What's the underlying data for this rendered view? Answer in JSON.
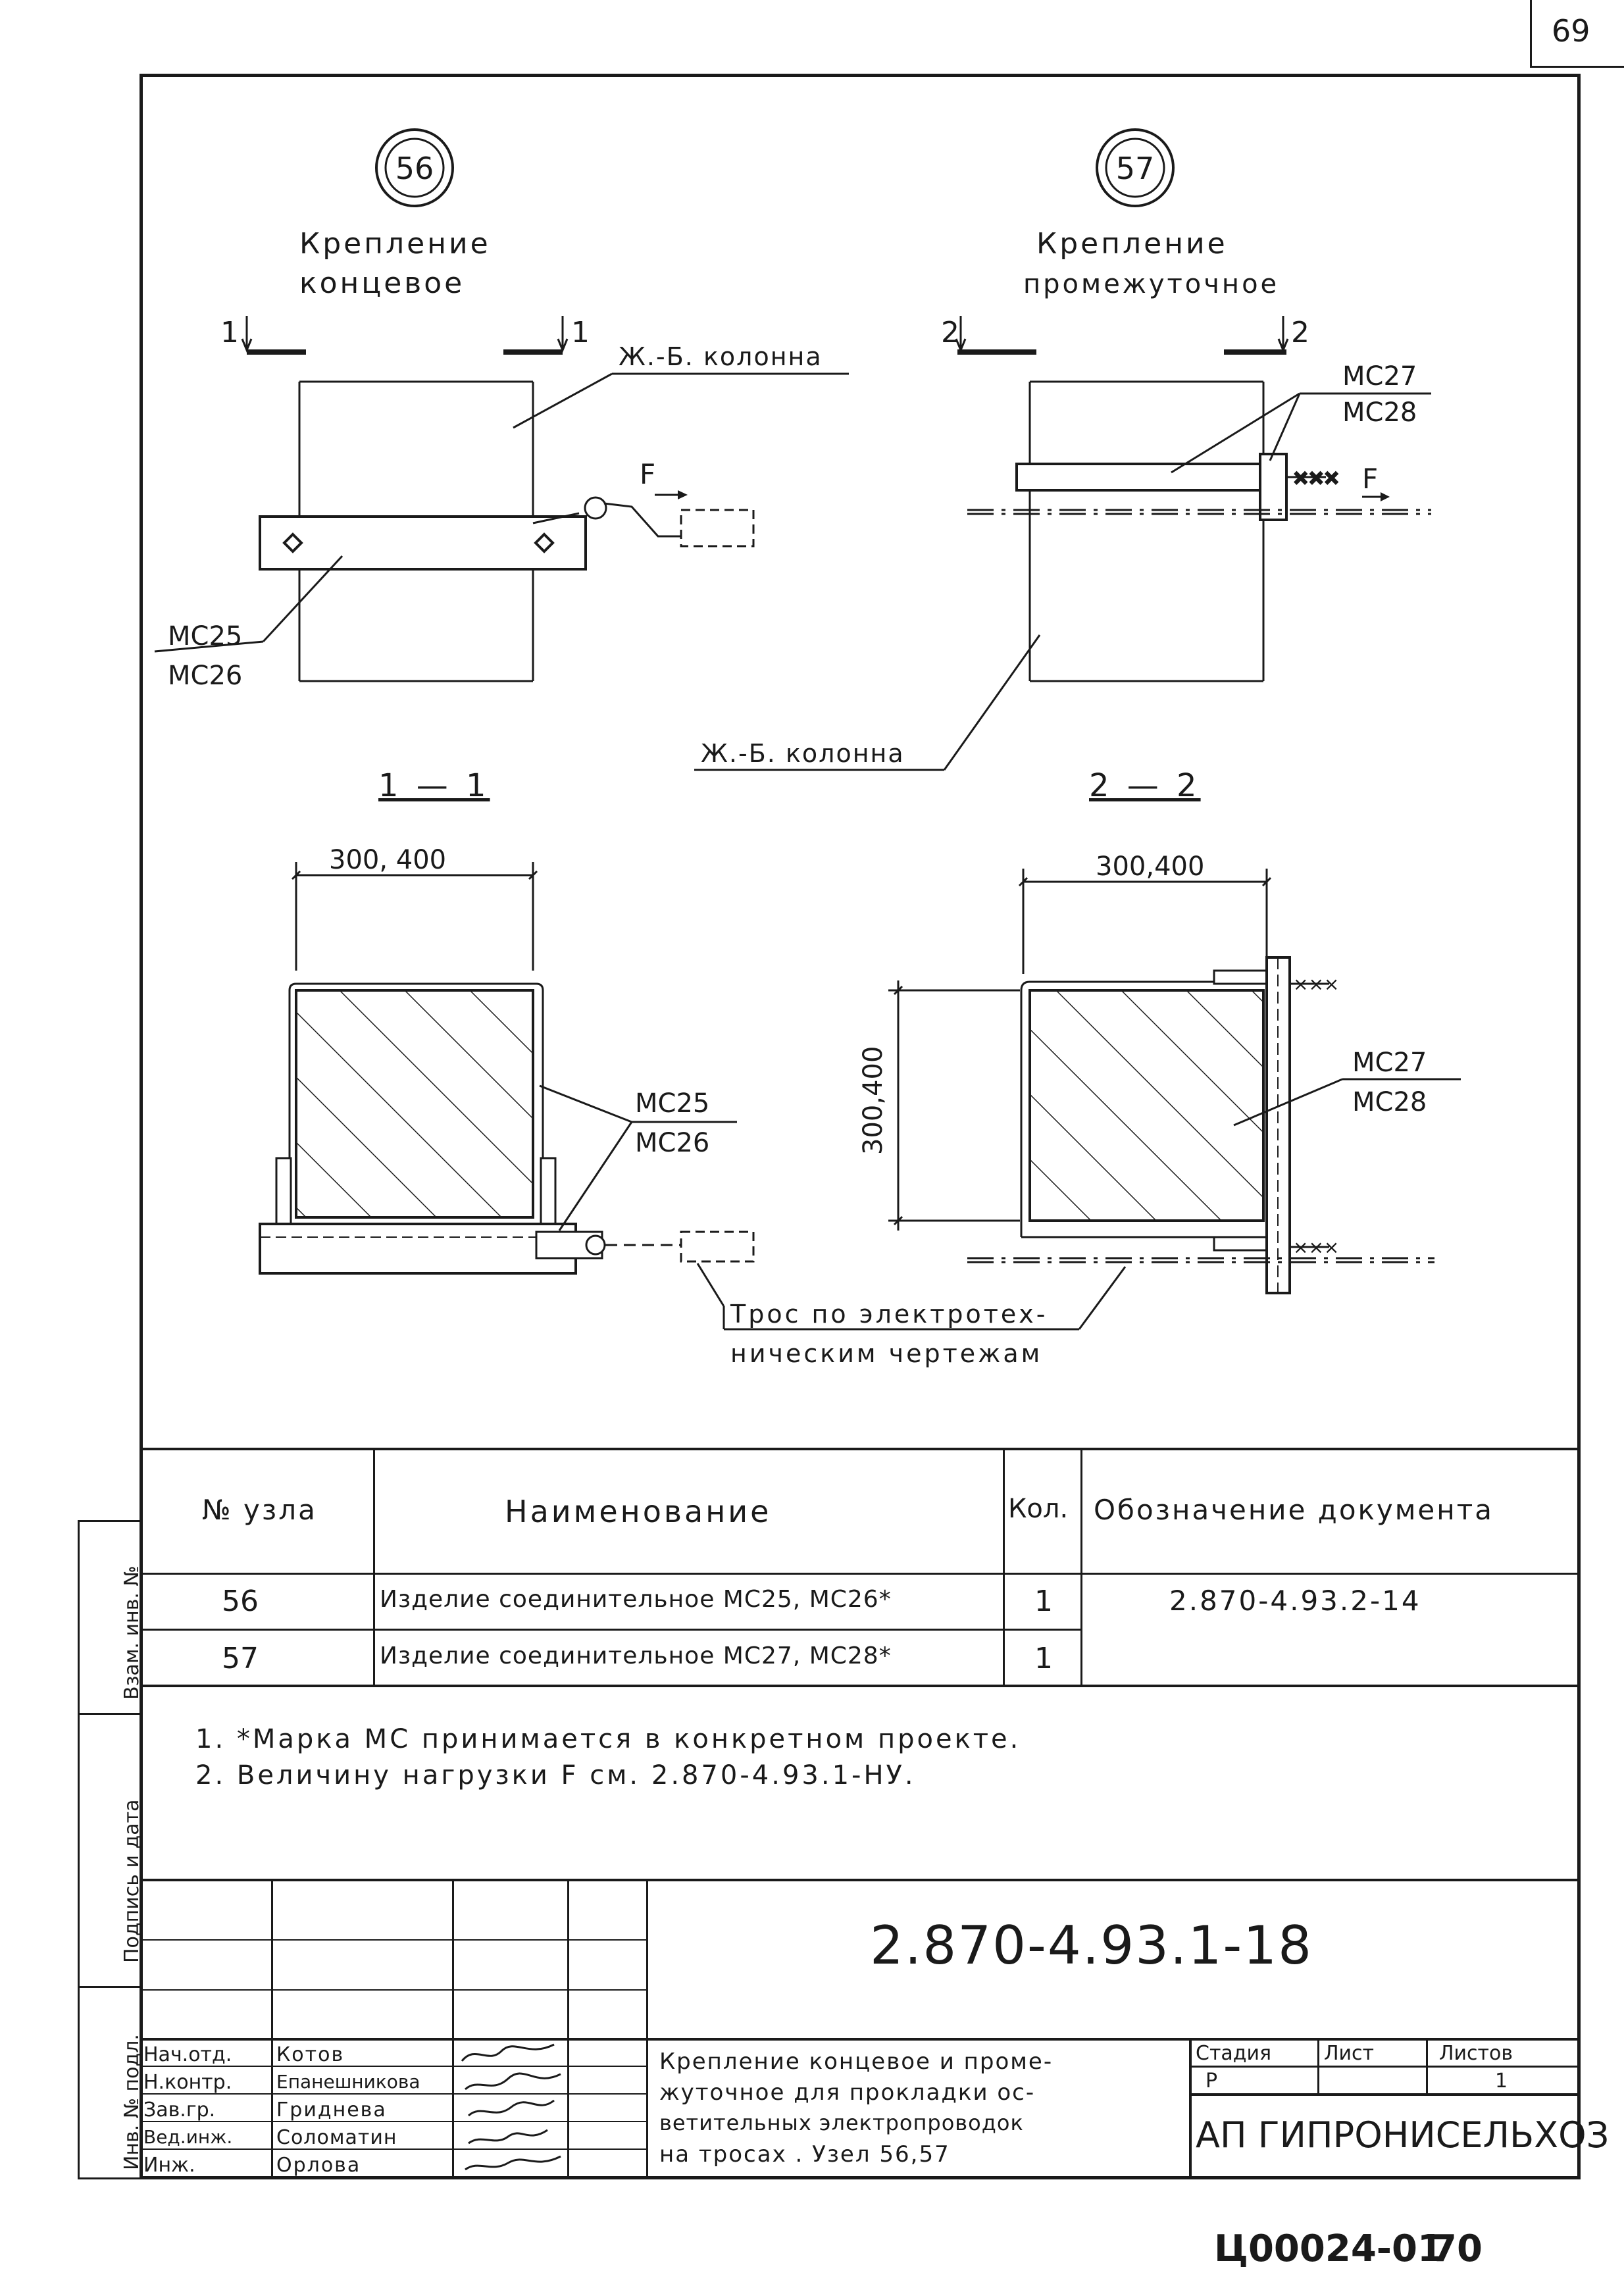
{
  "page_number": "69",
  "node56": {
    "number": "56",
    "title_line1": "Крепление",
    "title_line2": "концевое",
    "section_mark": "1",
    "column_label": "Ж.-Б. колонна",
    "force_label": "F",
    "part_label_1": "МС25",
    "part_label_2": "МС26"
  },
  "node57": {
    "number": "57",
    "title_line1": "Крепление",
    "title_line2": "промежуточное",
    "section_mark": "2",
    "part_label_1": "МС27",
    "part_label_2": "МС28",
    "force_label": "F",
    "column_label": "Ж.-Б. колонна"
  },
  "section11": {
    "title": "1 — 1",
    "width_dim": "300, 400",
    "part_label_1": "МС25",
    "part_label_2": "МС26"
  },
  "section22": {
    "title": "2 — 2",
    "width_dim": "300,400",
    "height_dim": "300,400",
    "part_label_1": "МС27",
    "part_label_2": "МС28"
  },
  "cable_note_line1": "Трос по электротех-",
  "cable_note_line2": "ническим чертежам",
  "spec_table": {
    "headers": [
      "№ узла",
      "Наименование",
      "Кол.",
      "Обозначение документа"
    ],
    "rows": [
      {
        "node": "56",
        "name": "Изделие соединительное МС25, МС26*",
        "qty": "1",
        "doc": "2.870-4.93.2-14"
      },
      {
        "node": "57",
        "name": "Изделие соединительное МС27, МС28*",
        "qty": "1",
        "doc": ""
      }
    ]
  },
  "notes": [
    "1. *Марка МС принимается в конкретном проекте.",
    "2. Величину нагрузки F см. 2.870-4.93.1-НУ."
  ],
  "title_block": {
    "designation": "2.870-4.93.1-18",
    "description_lines": [
      "Крепление концевое и проме-",
      "жуточное для прокладки ос-",
      "ветительных электропроводок",
      "на тросах . Узел 56,57"
    ],
    "stage_header": "Стадия",
    "sheet_header": "Лист",
    "sheets_header": "Листов",
    "stage": "Р",
    "sheet": "",
    "sheets": "1",
    "organization": "АП ГИПРОНИСЕЛЬХОЗ",
    "roles": [
      {
        "role": "Нач.отд.",
        "name": "Котов"
      },
      {
        "role": "Н.контр.",
        "name": "Епанешникова"
      },
      {
        "role": "Зав.гр.",
        "name": "Гриднева"
      },
      {
        "role": "Вед.инж.",
        "name": "Соломатин"
      },
      {
        "role": "Инж.",
        "name": "Орлова"
      }
    ]
  },
  "side_stamp": [
    "Взам. инв. №",
    "Подпись и дата",
    "Инв. № подл."
  ],
  "archive_code": "Ц00024-01",
  "archive_page": "70"
}
